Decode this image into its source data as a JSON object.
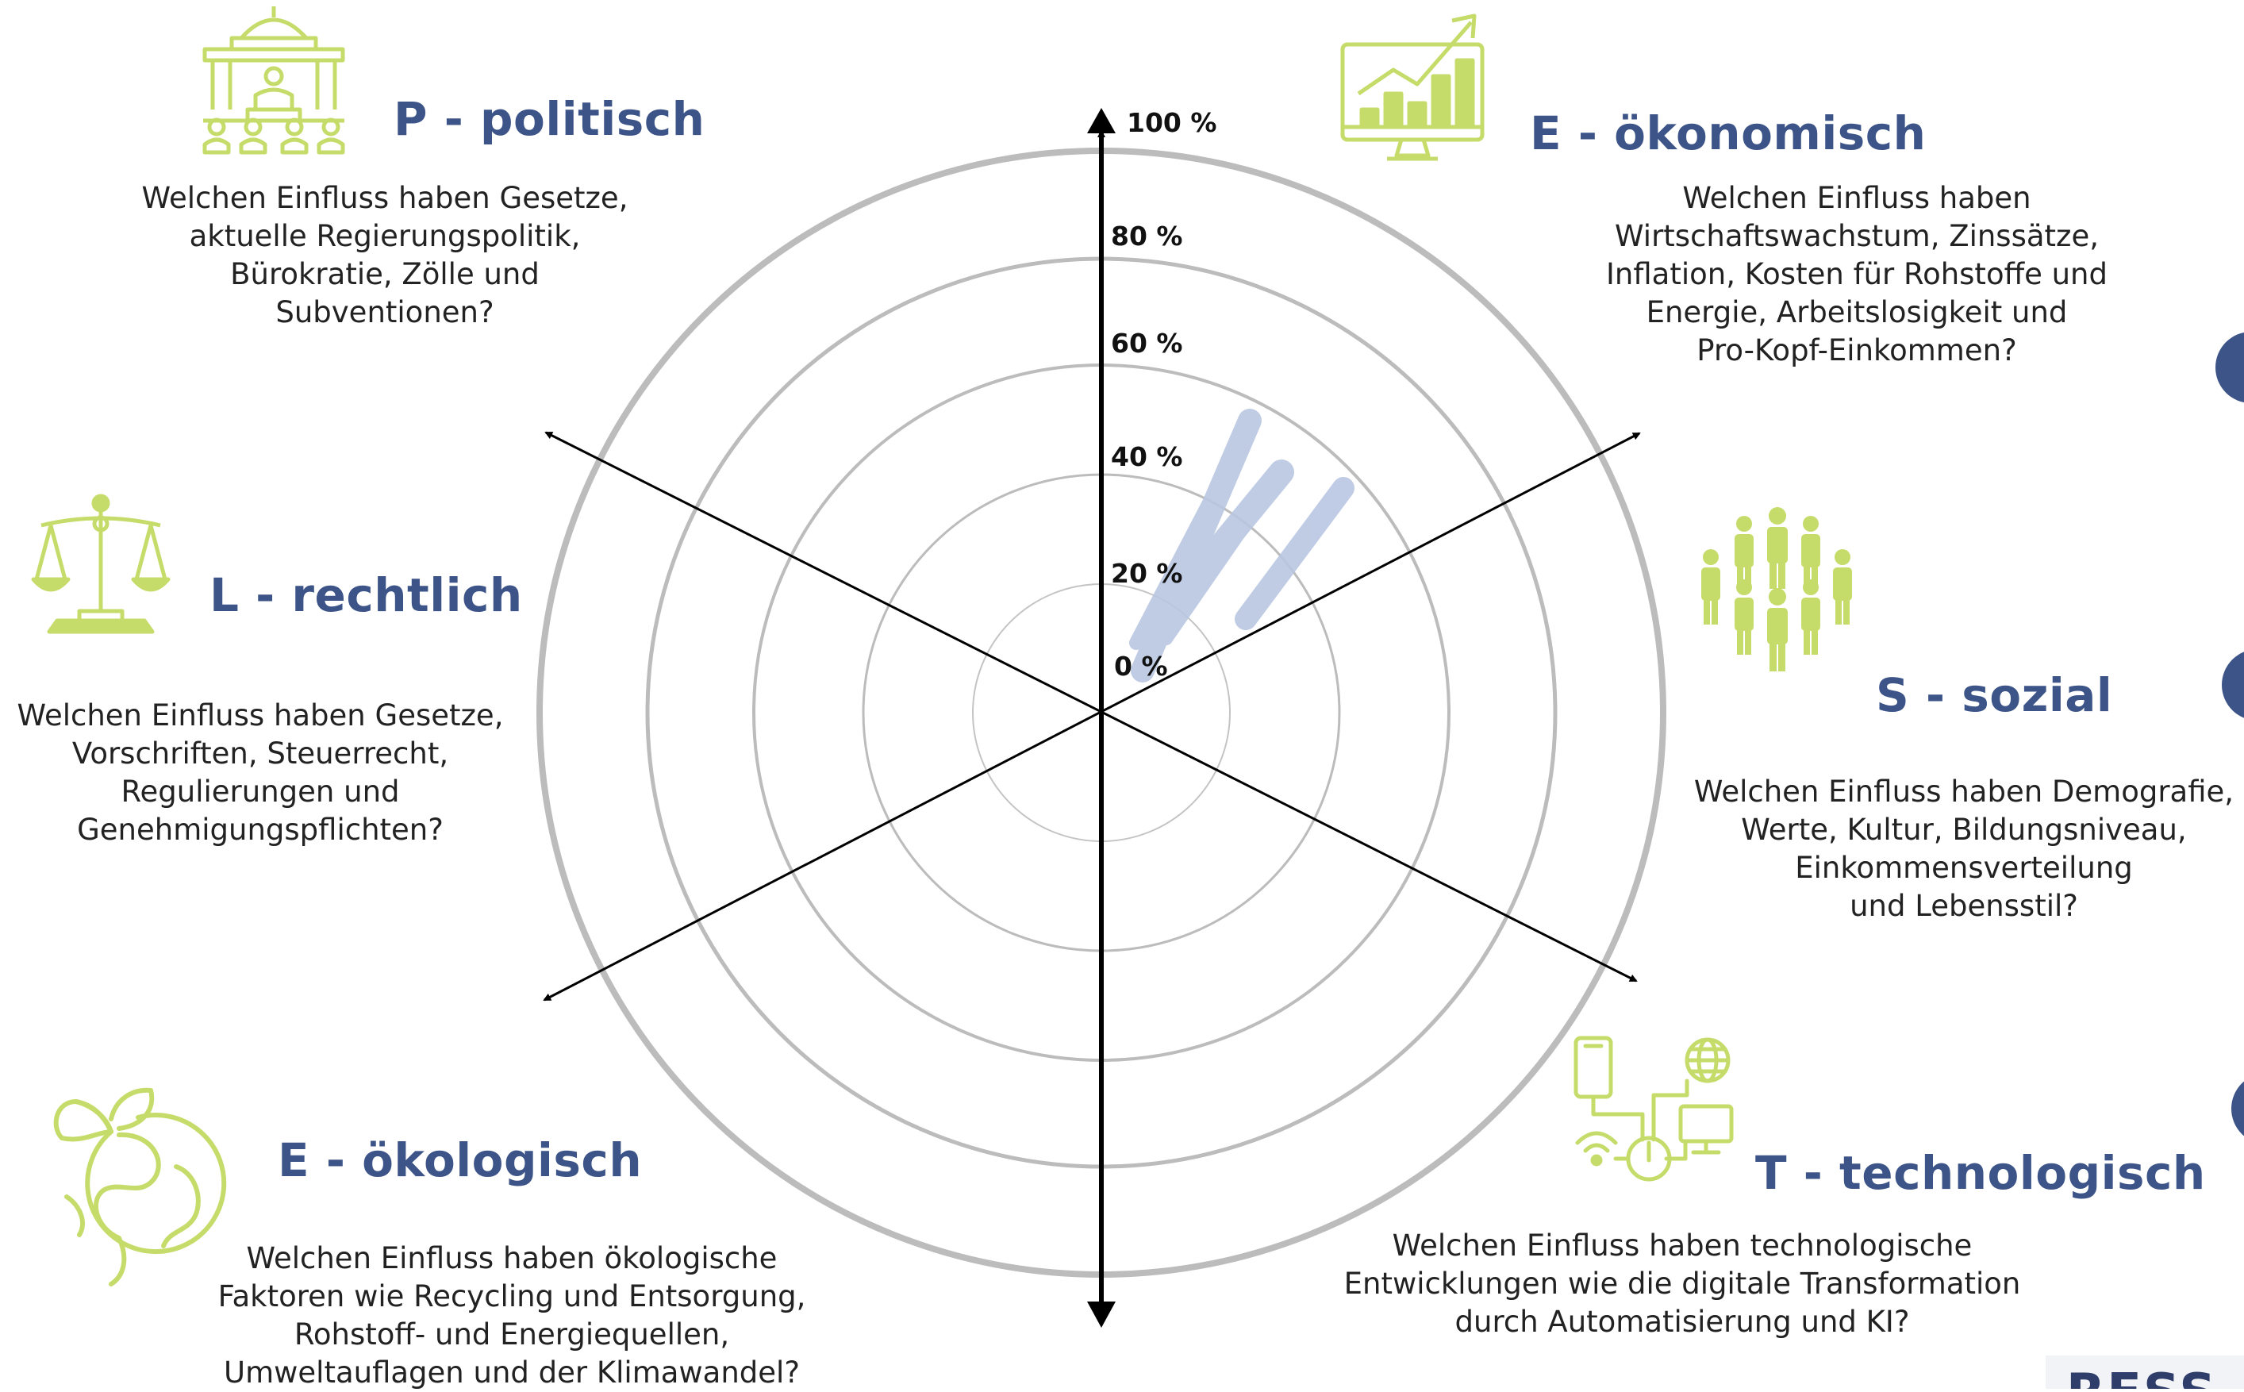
{
  "scale_labels": [
    "100 %",
    "80 %",
    "60 %",
    "40 %",
    "20 %",
    "0 %"
  ],
  "segments": {
    "politisch": {
      "title": "P - politisch",
      "lines": [
        "Welchen Einfluss haben Gesetze,",
        "aktuelle Regierungspolitik,",
        "Bürokratie, Zölle und",
        "Subventionen?"
      ]
    },
    "oekonomisch": {
      "title": "E - ökonomisch",
      "lines": [
        "Welchen Einfluss haben",
        "Wirtschaftswachstum, Zinssätze,",
        "Inflation, Kosten für Rohstoffe und",
        "Energie, Arbeitslosigkeit und",
        "Pro-Kopf-Einkommen?"
      ]
    },
    "rechtlich": {
      "title": "L - rechtlich",
      "lines": [
        "Welchen Einfluss haben Gesetze,",
        "Vorschriften, Steuerrecht,",
        "Regulierungen und",
        "Genehmigungspflichten?"
      ]
    },
    "sozial": {
      "title": "S - sozial",
      "lines": [
        "Welchen Einfluss haben Demografie,",
        "Werte, Kultur, Bildungsniveau,",
        "Einkommensverteilung",
        "und Lebensstil?"
      ]
    },
    "oekologisch": {
      "title": "E - ökologisch",
      "lines": [
        "Welchen Einfluss haben ökologische",
        "Faktoren wie Recycling und Entsorgung,",
        "Rohstoff- und Energiequellen,",
        "Umweltauflagen und der Klimawandel?"
      ]
    },
    "technologisch": {
      "title": "T - technologisch",
      "lines": [
        "Welchen Einfluss haben technologische",
        "Entwicklungen wie die digitale Transformation",
        "durch Automatisierung und KI?"
      ]
    }
  },
  "logo_text": "RESS",
  "colors": {
    "title": "#3d5488",
    "icon_green": "#c5dc6a",
    "ring_grey": "#bdbdbd",
    "hatch_blue": "#b9c7e2",
    "axis": "#000000"
  },
  "icons": [
    "parliament-icon",
    "growth-chart-icon",
    "scales-of-justice-icon",
    "people-group-icon",
    "globe-leaf-icon",
    "tech-devices-icon"
  ]
}
